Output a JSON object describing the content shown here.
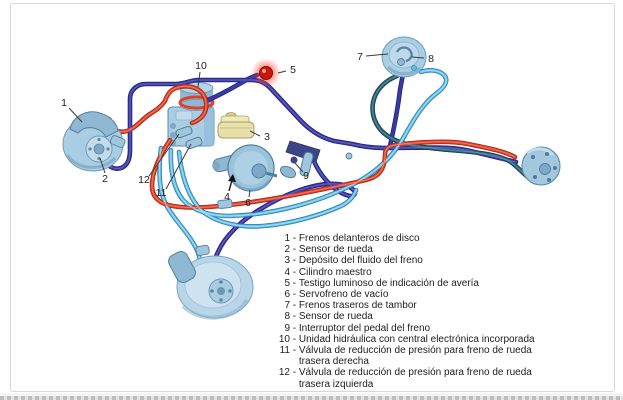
{
  "window": {
    "background": "#ffffff",
    "frame_border": "#d8d8d8"
  },
  "diagram": {
    "description": "Esquema del sistema de frenos con ABS",
    "colors": {
      "line_red": "#e2402a",
      "line_navy": "#3a3aa6",
      "line_cyan": "#63bfe9",
      "line_teal": "#2c6479",
      "component_fill": "#a9cde2",
      "component_shade": "#7da8c6",
      "component_stroke": "#54809e",
      "reservoir_fill": "#e7e0a9",
      "reservoir_stroke": "#a89e62",
      "warning_light_red": "#c8180e",
      "callout_text": "#1f1f1f"
    },
    "callouts": [
      {
        "n": "1"
      },
      {
        "n": "2"
      },
      {
        "n": "3"
      },
      {
        "n": "4"
      },
      {
        "n": "5"
      },
      {
        "n": "6"
      },
      {
        "n": "7"
      },
      {
        "n": "8"
      },
      {
        "n": "9"
      },
      {
        "n": "10"
      },
      {
        "n": "11"
      },
      {
        "n": "12"
      }
    ]
  },
  "legend": {
    "separator": "-",
    "items": [
      {
        "n": "1",
        "lines": [
          "Frenos delanteros de disco"
        ]
      },
      {
        "n": "2",
        "lines": [
          "Sensor de rueda"
        ]
      },
      {
        "n": "3",
        "lines": [
          "Depósito del fluido del freno"
        ]
      },
      {
        "n": "4",
        "lines": [
          "Cilindro maestro"
        ]
      },
      {
        "n": "5",
        "lines": [
          "Testigo luminoso de indicación de avería"
        ]
      },
      {
        "n": "6",
        "lines": [
          "Servofreno de vacío"
        ]
      },
      {
        "n": "7",
        "lines": [
          "Frenos traseros de tambor"
        ]
      },
      {
        "n": "8",
        "lines": [
          "Sensor de rueda"
        ]
      },
      {
        "n": "9",
        "lines": [
          "Interruptor del pedal del freno"
        ]
      },
      {
        "n": "10",
        "lines": [
          "Unidad hidráulica con central electrónica incorporada"
        ]
      },
      {
        "n": "11",
        "lines": [
          "Válvula de reducción de presión para freno de rueda",
          "trasera derecha"
        ]
      },
      {
        "n": "12",
        "lines": [
          "Válvula de reducción de presión para freno de rueda",
          "trasera izquierda"
        ]
      }
    ]
  }
}
